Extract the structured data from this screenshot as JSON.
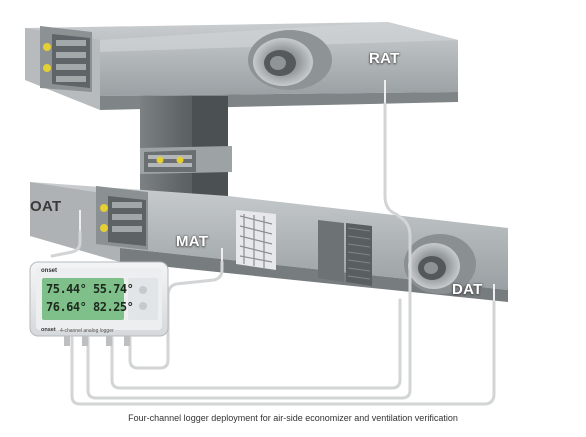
{
  "labels": {
    "rat": "RAT",
    "oat": "OAT",
    "mat": "MAT",
    "dat": "DAT"
  },
  "logger": {
    "brand": "onset",
    "readings": [
      "75.44°",
      "55.74°",
      "76.64°",
      "82.25°"
    ],
    "description": "4-channel analog logger"
  },
  "caption": "Four-channel logger deployment for air-side economizer and ventilation verification",
  "colors": {
    "duct": "#9ea3a6",
    "duct_dark": "#6f7477",
    "duct_light": "#c3c7c9",
    "cable": "#d4d6d8",
    "lcd": "#7fbf8a"
  }
}
